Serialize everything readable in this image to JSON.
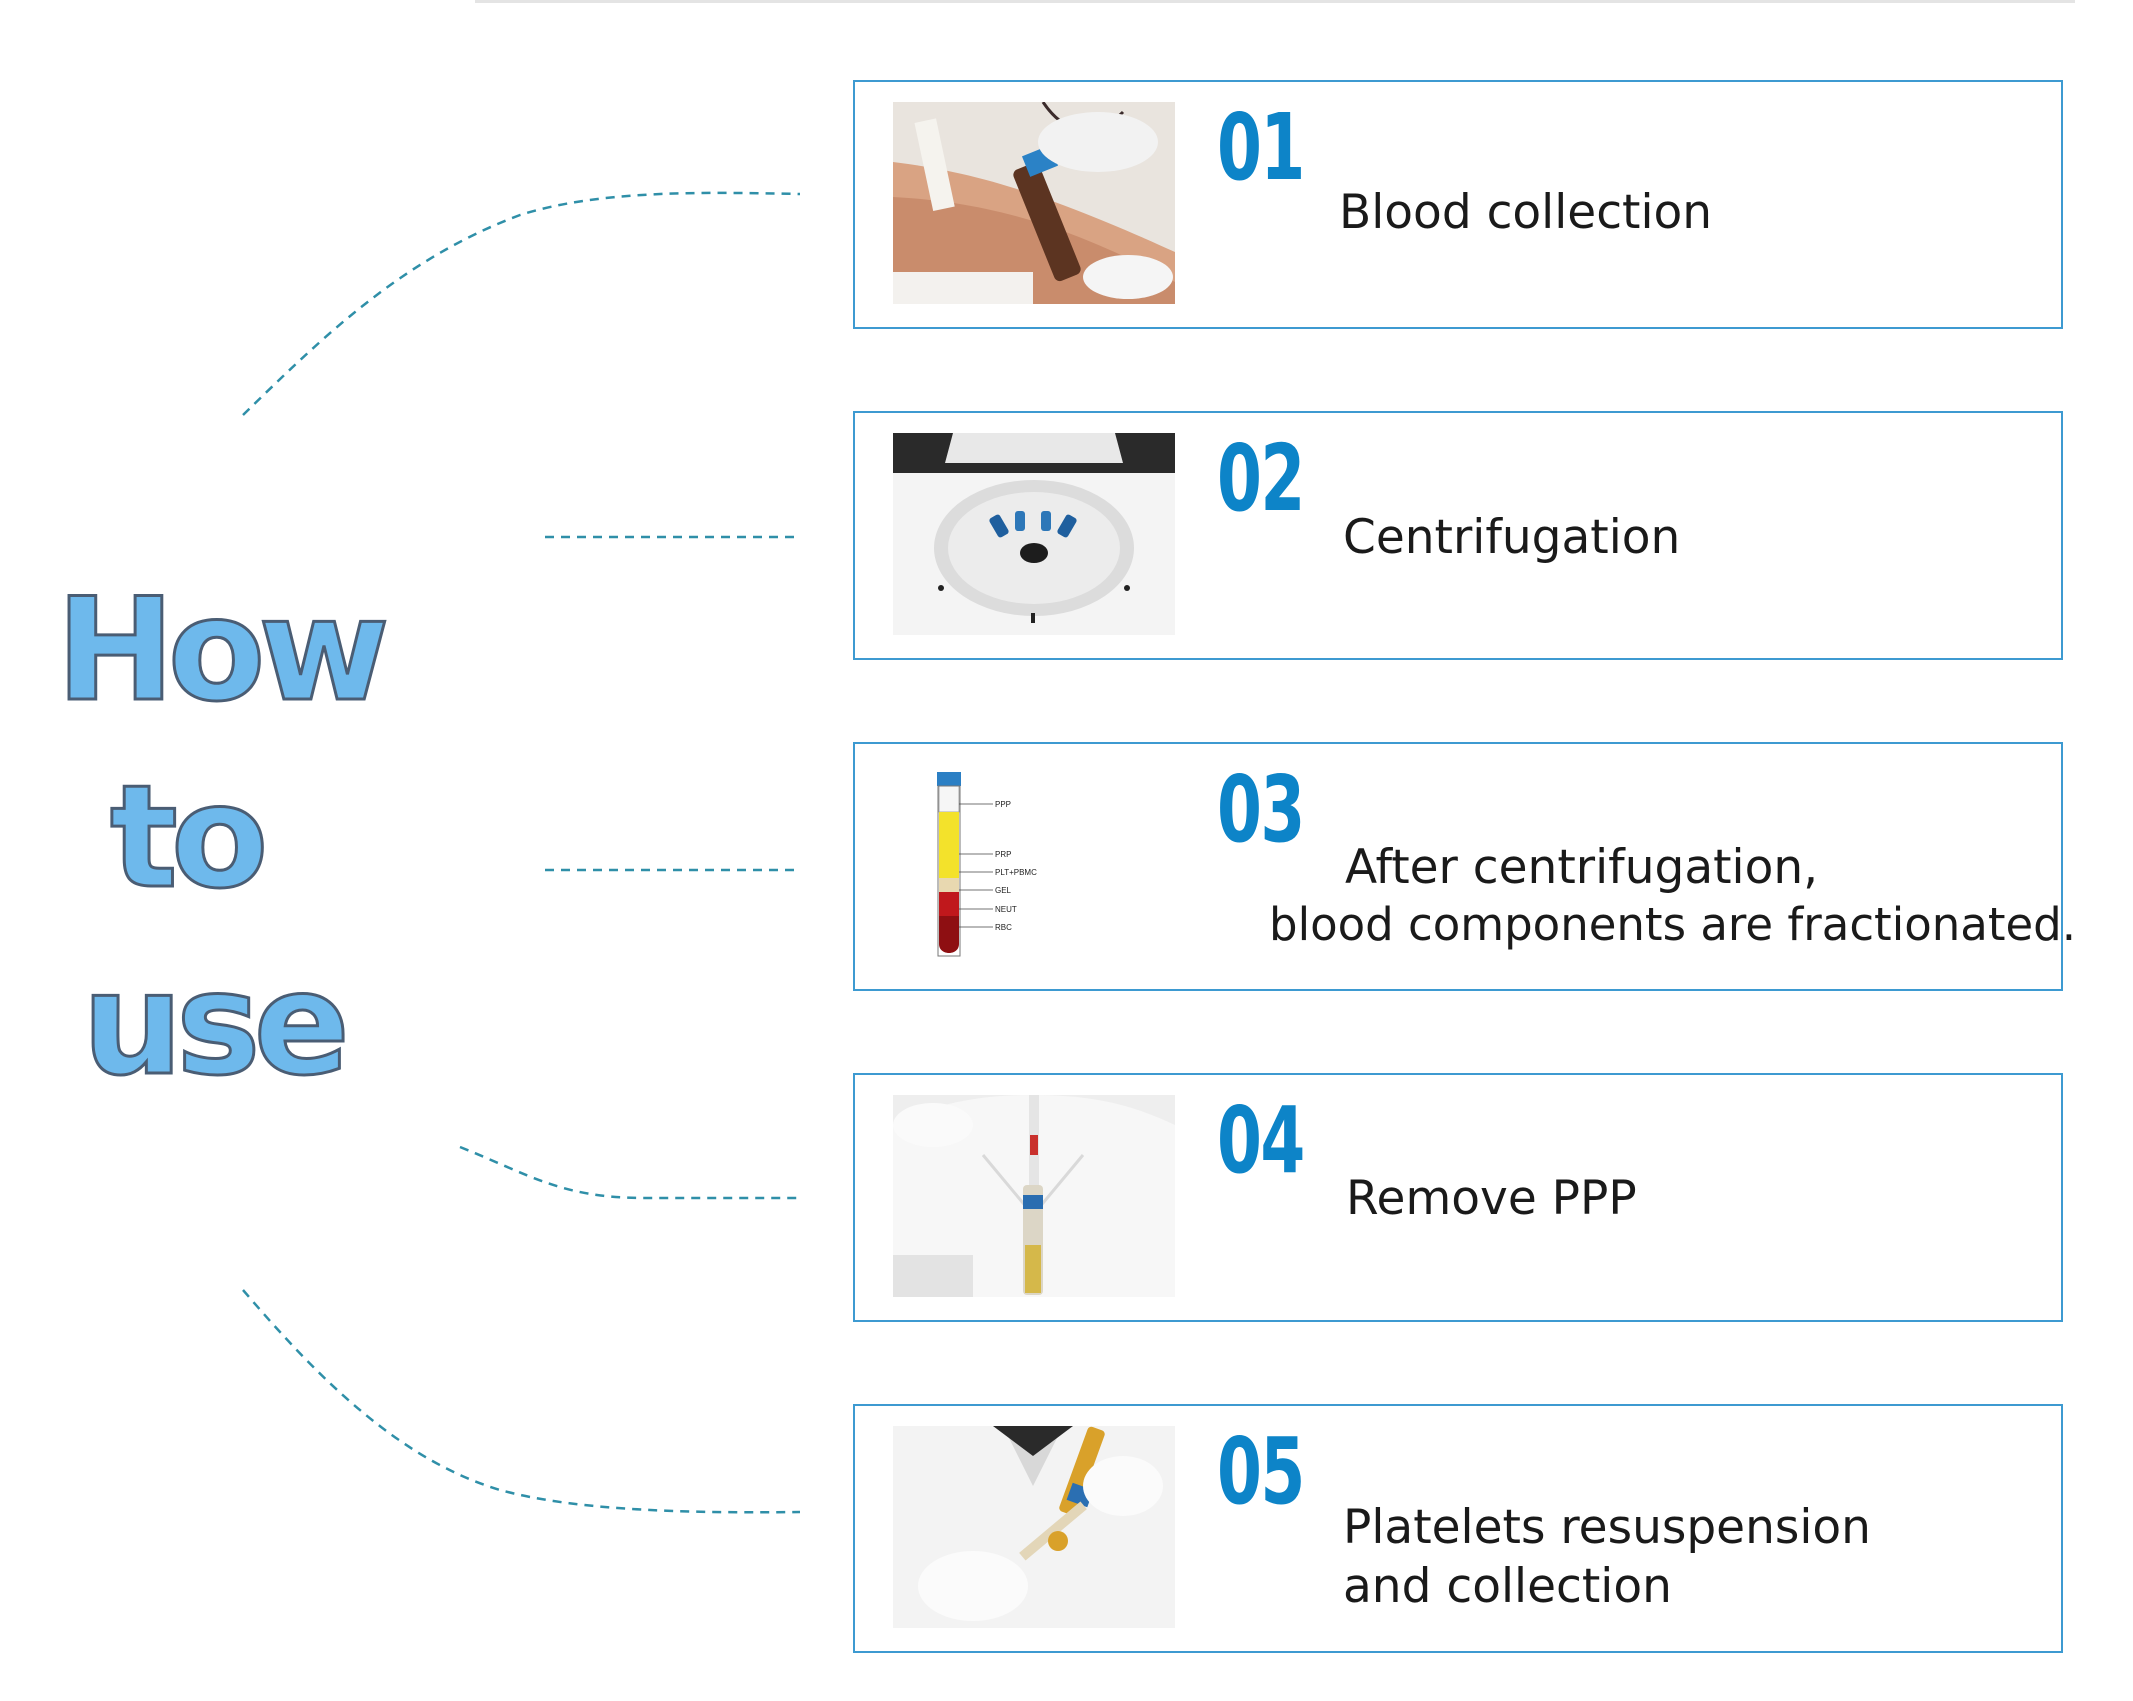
{
  "title": {
    "line1": "How",
    "line2": "to",
    "line3": "use"
  },
  "colors": {
    "accent": "#0d84c8",
    "border": "#3d9ad1",
    "title_fill": "#6eb9ec",
    "title_stroke": "#4a5d74",
    "dash": "#2f8fa8"
  },
  "steps": [
    {
      "number": "01",
      "text": "Blood collection",
      "photo": "blood-collection-photo"
    },
    {
      "number": "02",
      "text": "Centrifugation",
      "photo": "centrifuge-photo"
    },
    {
      "number": "03",
      "text_line1": "After centrifugation,",
      "text_line2": "blood components are fractionated.",
      "photo": "fractionated-tube-diagram",
      "tube_labels": [
        "PPP",
        "PRP",
        "PLT+PBMC",
        "GEL",
        "NEUT",
        "RBC"
      ]
    },
    {
      "number": "04",
      "text": "Remove PPP",
      "photo": "remove-ppp-photo"
    },
    {
      "number": "05",
      "text_line1": "Platelets resuspension",
      "text_line2": "and collection",
      "photo": "resuspension-photo"
    }
  ]
}
